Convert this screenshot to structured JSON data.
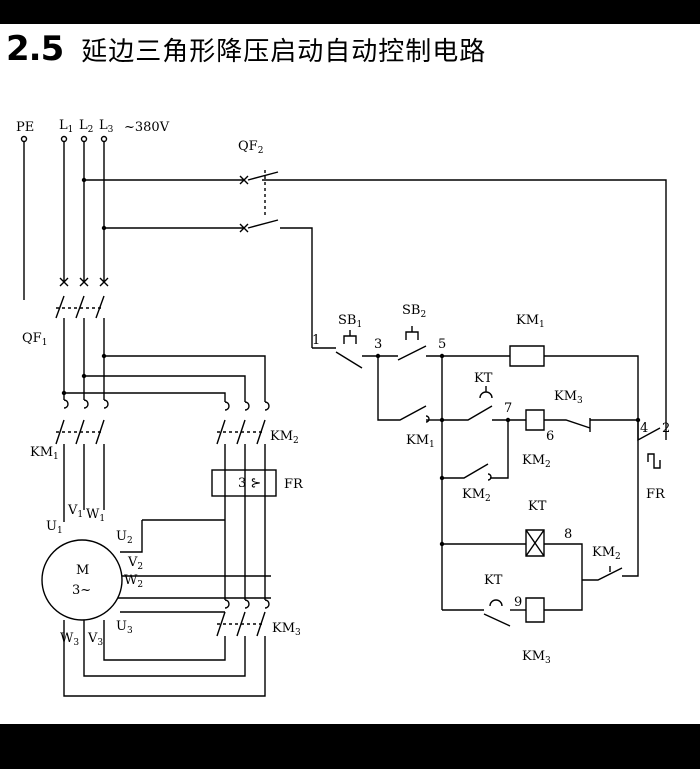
{
  "header": {
    "number": "2.5",
    "title": "延边三角形降压启动自动控制电路"
  },
  "supply": {
    "pe": "PE",
    "l1": "L",
    "l1_sub": "1",
    "l2": "L",
    "l2_sub": "2",
    "l3": "L",
    "l3_sub": "3",
    "voltage": "~380V"
  },
  "components": {
    "qf2": "QF",
    "qf2_sub": "2",
    "qf1": "QF",
    "qf1_sub": "1",
    "km1": "KM",
    "km1_sub": "1",
    "km2": "KM",
    "km2_sub": "2",
    "km3": "KM",
    "km3_sub": "3",
    "fr": "FR",
    "fr_box": "3",
    "motor_m": "M",
    "motor_phase": "3~",
    "u1": "U",
    "u1_sub": "1",
    "v1": "V",
    "v1_sub": "1",
    "w1": "W",
    "w1_sub": "1",
    "u2": "U",
    "u2_sub": "2",
    "v2": "V",
    "v2_sub": "2",
    "w2": "W",
    "w2_sub": "2",
    "u3": "U",
    "u3_sub": "3",
    "v3": "V",
    "v3_sub": "3",
    "w3": "W",
    "w3_sub": "3"
  },
  "control": {
    "sb1": "SB",
    "sb1_sub": "1",
    "sb2": "SB",
    "sb2_sub": "2",
    "kt": "KT",
    "km1_coil": "KM",
    "km1_coil_sub": "1",
    "km1_contact": "KM",
    "km1_contact_sub": "1",
    "km2_coil": "KM",
    "km2_coil_sub": "2",
    "km2_contact": "KM",
    "km2_contact_sub": "2",
    "km2_nc": "KM",
    "km2_nc_sub": "2",
    "km3_nc": "KM",
    "km3_nc_sub": "3",
    "km3_coil": "KM",
    "km3_coil_sub": "3",
    "fr": "FR",
    "node_1": "1",
    "node_2": "2",
    "node_3": "3",
    "node_4": "4",
    "node_5": "5",
    "node_6": "6",
    "node_7": "7",
    "node_8": "8",
    "node_9": "9"
  }
}
